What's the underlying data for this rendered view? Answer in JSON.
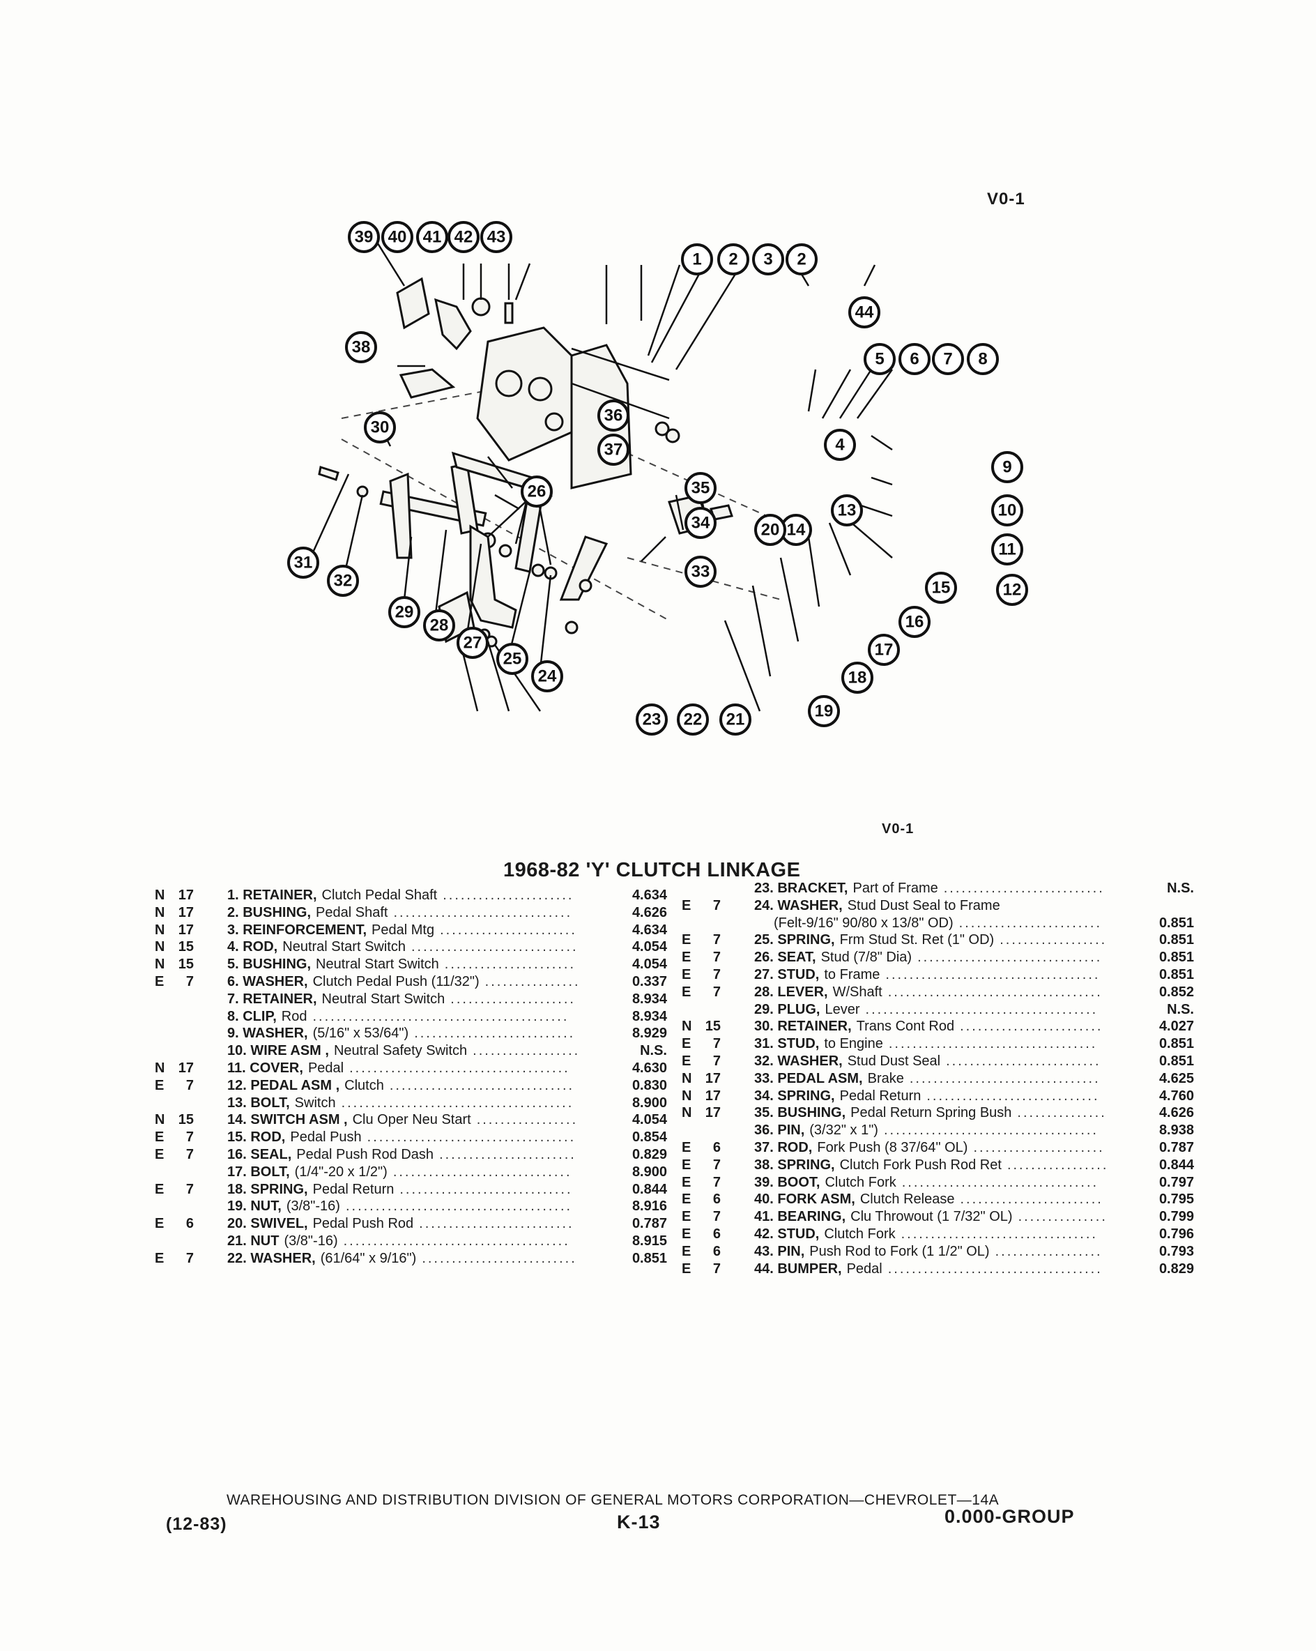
{
  "figure_ref_top": "V0-1",
  "figure_ref_bottom": "V0-1",
  "title": "1968-82 'Y' CLUTCH LINKAGE",
  "diagram": {
    "callouts": [
      "1",
      "2",
      "3",
      "2",
      "44",
      "5",
      "6",
      "7",
      "8",
      "9",
      "10",
      "11",
      "12",
      "15",
      "16",
      "17",
      "18",
      "19",
      "4",
      "13",
      "14",
      "20",
      "33",
      "34",
      "35",
      "39",
      "40",
      "41",
      "42",
      "43",
      "38",
      "36",
      "37",
      "30",
      "31",
      "32",
      "29",
      "28",
      "27",
      "26",
      "25",
      "24",
      "23",
      "22",
      "21"
    ]
  },
  "parts_left": [
    {
      "c1": "N",
      "c2": "17",
      "item": "1. RETAINER,",
      "desc": "Clutch Pedal Shaft",
      "num": "4.634"
    },
    {
      "c1": "N",
      "c2": "17",
      "item": "2. BUSHING,",
      "desc": "Pedal Shaft",
      "num": "4.626"
    },
    {
      "c1": "N",
      "c2": "17",
      "item": "3. REINFORCEMENT,",
      "desc": "Pedal Mtg",
      "num": "4.634"
    },
    {
      "c1": "N",
      "c2": "15",
      "item": "4. ROD,",
      "desc": "Neutral Start Switch",
      "num": "4.054"
    },
    {
      "c1": "N",
      "c2": "15",
      "item": "5. BUSHING,",
      "desc": "Neutral Start Switch",
      "num": "4.054"
    },
    {
      "c1": "E",
      "c2": "7",
      "item": "6. WASHER,",
      "desc": "Clutch Pedal Push (11/32\")",
      "num": "0.337"
    },
    {
      "c1": "",
      "c2": "",
      "item": "7. RETAINER,",
      "desc": "Neutral Start Switch",
      "num": "8.934"
    },
    {
      "c1": "",
      "c2": "",
      "item": "8. CLIP,",
      "desc": "Rod",
      "num": "8.934"
    },
    {
      "c1": "",
      "c2": "",
      "item": "9. WASHER,",
      "desc": "(5/16\" x 53/64\")",
      "num": "8.929"
    },
    {
      "c1": "",
      "c2": "",
      "item": "10. WIRE ASM ,",
      "desc": "Neutral Safety Switch",
      "num": "N.S."
    },
    {
      "c1": "N",
      "c2": "17",
      "item": "11. COVER,",
      "desc": "Pedal",
      "num": "4.630"
    },
    {
      "c1": "E",
      "c2": "7",
      "item": "12. PEDAL ASM ,",
      "desc": "Clutch",
      "num": "0.830"
    },
    {
      "c1": "",
      "c2": "",
      "item": "13. BOLT,",
      "desc": "Switch",
      "num": "8.900"
    },
    {
      "c1": "N",
      "c2": "15",
      "item": "14. SWITCH ASM ,",
      "desc": "Clu Oper Neu Start",
      "num": "4.054"
    },
    {
      "c1": "E",
      "c2": "7",
      "item": "15. ROD,",
      "desc": "Pedal Push",
      "num": "0.854"
    },
    {
      "c1": "E",
      "c2": "7",
      "item": "16. SEAL,",
      "desc": "Pedal Push Rod Dash",
      "num": "0.829"
    },
    {
      "c1": "",
      "c2": "",
      "item": "17. BOLT,",
      "desc": "(1/4\"-20 x 1/2\")",
      "num": "8.900"
    },
    {
      "c1": "E",
      "c2": "7",
      "item": "18. SPRING,",
      "desc": "Pedal Return",
      "num": "0.844"
    },
    {
      "c1": "",
      "c2": "",
      "item": "19. NUT,",
      "desc": "(3/8\"-16)",
      "num": "8.916"
    },
    {
      "c1": "E",
      "c2": "6",
      "item": "20. SWIVEL,",
      "desc": "Pedal Push Rod",
      "num": "0.787"
    },
    {
      "c1": "",
      "c2": "",
      "item": "21. NUT",
      "desc": "(3/8\"-16)",
      "num": "8.915"
    },
    {
      "c1": "E",
      "c2": "7",
      "item": "22. WASHER,",
      "desc": "(61/64\" x 9/16\")",
      "num": "0.851"
    }
  ],
  "parts_right": [
    {
      "c1": "",
      "c2": "",
      "item": "23. BRACKET,",
      "desc": "Part of Frame",
      "num": "N.S."
    },
    {
      "c1": "E",
      "c2": "7",
      "item": "24. WASHER,",
      "desc": "Stud Dust Seal to Frame",
      "num": ""
    },
    {
      "c1": "",
      "c2": "",
      "item": "",
      "desc": "(Felt-9/16\" 90/80 x 13/8\" OD)",
      "num": "0.851"
    },
    {
      "c1": "E",
      "c2": "7",
      "item": "25. SPRING,",
      "desc": "Frm Stud St. Ret (1\" OD)",
      "num": "0.851"
    },
    {
      "c1": "E",
      "c2": "7",
      "item": "26. SEAT,",
      "desc": "Stud (7/8\" Dia)",
      "num": "0.851"
    },
    {
      "c1": "E",
      "c2": "7",
      "item": "27. STUD,",
      "desc": "to Frame",
      "num": "0.851"
    },
    {
      "c1": "E",
      "c2": "7",
      "item": "28. LEVER,",
      "desc": "W/Shaft",
      "num": "0.852"
    },
    {
      "c1": "",
      "c2": "",
      "item": "29. PLUG,",
      "desc": "Lever",
      "num": "N.S."
    },
    {
      "c1": "N",
      "c2": "15",
      "item": "30. RETAINER,",
      "desc": "Trans Cont Rod",
      "num": "4.027"
    },
    {
      "c1": "E",
      "c2": "7",
      "item": "31. STUD,",
      "desc": "to Engine",
      "num": "0.851"
    },
    {
      "c1": "E",
      "c2": "7",
      "item": "32. WASHER,",
      "desc": "Stud Dust Seal",
      "num": "0.851"
    },
    {
      "c1": "N",
      "c2": "17",
      "item": "33. PEDAL ASM,",
      "desc": "Brake",
      "num": "4.625"
    },
    {
      "c1": "N",
      "c2": "17",
      "item": "34. SPRING,",
      "desc": "Pedal Return",
      "num": "4.760"
    },
    {
      "c1": "N",
      "c2": "17",
      "item": "35. BUSHING,",
      "desc": "Pedal Return Spring Bush",
      "num": "4.626"
    },
    {
      "c1": "",
      "c2": "",
      "item": "36. PIN,",
      "desc": "(3/32\" x 1\")",
      "num": "8.938"
    },
    {
      "c1": "E",
      "c2": "6",
      "item": "37. ROD,",
      "desc": "Fork Push (8 37/64\" OL)",
      "num": "0.787"
    },
    {
      "c1": "E",
      "c2": "7",
      "item": "38. SPRING,",
      "desc": "Clutch Fork Push Rod Ret",
      "num": "0.844"
    },
    {
      "c1": "E",
      "c2": "7",
      "item": "39. BOOT,",
      "desc": "Clutch Fork",
      "num": "0.797"
    },
    {
      "c1": "E",
      "c2": "6",
      "item": "40. FORK ASM,",
      "desc": "Clutch Release",
      "num": "0.795"
    },
    {
      "c1": "E",
      "c2": "7",
      "item": "41. BEARING,",
      "desc": "Clu Throwout (1 7/32\" OL)",
      "num": "0.799"
    },
    {
      "c1": "E",
      "c2": "6",
      "item": "42. STUD,",
      "desc": "Clutch Fork",
      "num": "0.796"
    },
    {
      "c1": "E",
      "c2": "6",
      "item": "43. PIN,",
      "desc": "Push Rod to Fork (1 1/2\" OL)",
      "num": "0.793"
    },
    {
      "c1": "E",
      "c2": "7",
      "item": "44. BUMPER,",
      "desc": "Pedal",
      "num": "0.829"
    }
  ],
  "footer": {
    "line": "WAREHOUSING AND DISTRIBUTION DIVISION OF GENERAL MOTORS CORPORATION—CHEVROLET—14A",
    "date": "(12-83)",
    "page": "K-13",
    "group": "0.000-GROUP"
  }
}
